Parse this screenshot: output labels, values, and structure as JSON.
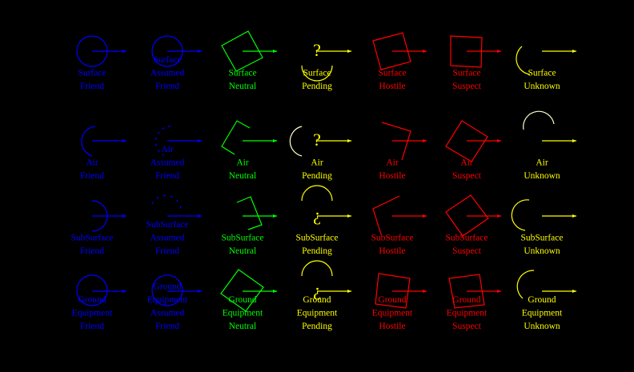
{
  "colors": {
    "friend": "#0000ff",
    "neutral": "#00ff00",
    "pending": "#ffff00",
    "hostile": "#ff0000",
    "suspect": "#ff0000",
    "unknown": "#ffff00",
    "pale": "#ffffcc"
  },
  "columns": [
    "Friend",
    "Assumed Friend",
    "Neutral",
    "Pending",
    "Hostile",
    "Suspect",
    "Unknown"
  ],
  "rows": [
    {
      "name": "Surface",
      "cells": [
        {
          "lines": [
            "Surface",
            "Friend"
          ],
          "color": "#0000ff"
        },
        {
          "lines": [
            "Surface",
            "Assumed",
            "Friend"
          ],
          "color": "#0000ff"
        },
        {
          "lines": [
            "Surface",
            "Neutral"
          ],
          "color": "#00ff00"
        },
        {
          "lines": [
            "Surface",
            "Pending"
          ],
          "color": "#ffff00",
          "glyph": "?"
        },
        {
          "lines": [
            "Surface",
            "Hostile"
          ],
          "color": "#ff0000"
        },
        {
          "lines": [
            "Surface",
            "Suspect"
          ],
          "color": "#ff0000"
        },
        {
          "lines": [
            "Surface",
            "Unknown"
          ],
          "color": "#ffff00"
        }
      ]
    },
    {
      "name": "Air",
      "cells": [
        {
          "lines": [
            "Air",
            "Friend"
          ],
          "color": "#0000ff"
        },
        {
          "lines": [
            "Air",
            "Assumed",
            "Friend"
          ],
          "color": "#0000ff"
        },
        {
          "lines": [
            "Air",
            "Neutral"
          ],
          "color": "#00ff00"
        },
        {
          "lines": [
            "Air",
            "Pending"
          ],
          "color": "#ffff00",
          "glyph": "?"
        },
        {
          "lines": [
            "Air",
            "Hostile"
          ],
          "color": "#ff0000"
        },
        {
          "lines": [
            "Air",
            "Suspect"
          ],
          "color": "#ff0000"
        },
        {
          "lines": [
            "Air",
            "Unknown"
          ],
          "color": "#ffff00"
        }
      ]
    },
    {
      "name": "SubSurface",
      "cells": [
        {
          "lines": [
            "SubSurface",
            "Friend"
          ],
          "color": "#0000ff"
        },
        {
          "lines": [
            "SubSurface",
            "Assumed",
            "Friend"
          ],
          "color": "#0000ff"
        },
        {
          "lines": [
            "SubSurface",
            "Neutral"
          ],
          "color": "#00ff00"
        },
        {
          "lines": [
            "SubSurface",
            "Pending"
          ],
          "color": "#ffff00",
          "glyph": "¿"
        },
        {
          "lines": [
            "SubSurface",
            "Hostile"
          ],
          "color": "#ff0000"
        },
        {
          "lines": [
            "SubSurface",
            "Suspect"
          ],
          "color": "#ff0000"
        },
        {
          "lines": [
            "SubSurface",
            "Unknown"
          ],
          "color": "#ffff00"
        }
      ]
    },
    {
      "name": "Ground Equipment",
      "cells": [
        {
          "lines": [
            "Ground",
            "Equipment",
            "Friend"
          ],
          "color": "#0000ff"
        },
        {
          "lines": [
            "Ground",
            "Equipment",
            "Assumed",
            "Friend"
          ],
          "color": "#0000ff"
        },
        {
          "lines": [
            "Ground",
            "Equipment",
            "Neutral"
          ],
          "color": "#00ff00"
        },
        {
          "lines": [
            "Ground",
            "Equipment",
            "Pending"
          ],
          "color": "#ffff00",
          "glyph": "¿"
        },
        {
          "lines": [
            "Ground",
            "Equipment",
            "Hostile"
          ],
          "color": "#ff0000"
        },
        {
          "lines": [
            "Ground",
            "Equipment",
            "Suspect"
          ],
          "color": "#ff0000"
        },
        {
          "lines": [
            "Ground",
            "Equipment",
            "Unknown"
          ],
          "color": "#ffff00"
        }
      ]
    }
  ]
}
